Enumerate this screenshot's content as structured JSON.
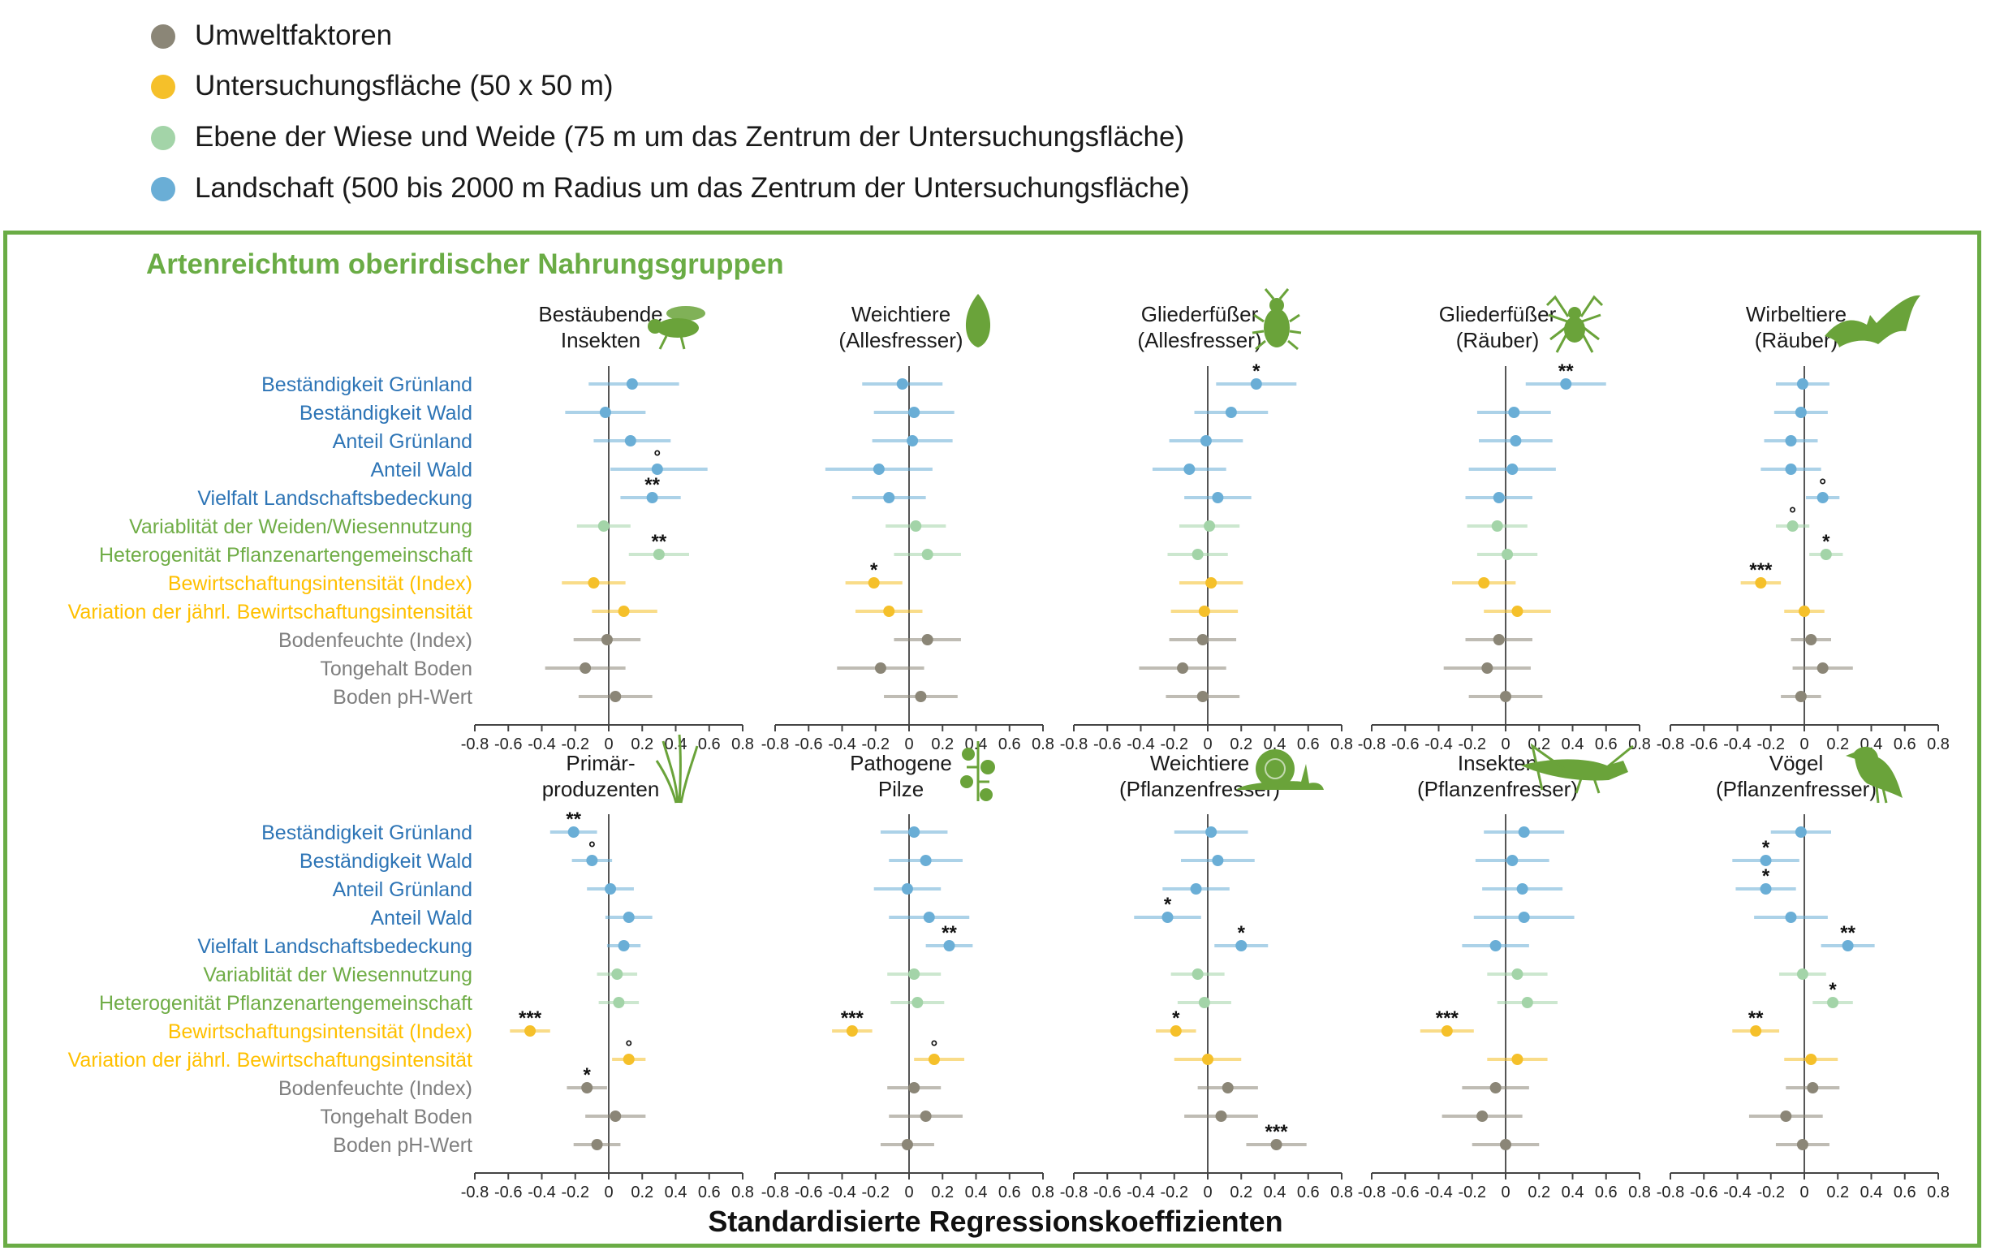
{
  "legend": [
    {
      "label": "Umweltfaktoren",
      "color": "#8b8677"
    },
    {
      "label": "Untersuchungsfläche (50 x 50 m)",
      "color": "#f5c02a"
    },
    {
      "label": "Ebene der Wiese und Weide (75 m um das Zentrum der Untersuchungsfläche)",
      "color": "#a3d4a8"
    },
    {
      "label": "Landschaft (500 bis 2000 m Radius um das Zentrum der Untersuchungsfläche)",
      "color": "#6aaed6"
    }
  ],
  "colors": {
    "Umweltfaktoren": "#8b8677",
    "Untersuchungsfläche": "#f5c02a",
    "Wiese": "#a3d4a8",
    "Landschaft": "#6aaed6",
    "label_blue": "#2e75b6",
    "label_green": "#70ad47",
    "label_yellow": "#ffc000",
    "label_gray": "#7f7f7f",
    "frame": "#6aac45",
    "icon": "#6aa33a"
  },
  "panel_title": "Artenreichtum oberirdischer Nahrungsgruppen",
  "x_title": "Standardisierte Regressionskoeffizienten",
  "chart_data": {
    "type": "dot-errorbar",
    "xlim": [
      -0.8,
      0.8
    ],
    "xticks": [
      "-0.8",
      "-0.6",
      "-0.4",
      "-0.2",
      "0",
      "0.2",
      "0.4",
      "0.6",
      "0.8"
    ],
    "rows": {
      "top": [
        {
          "label": "Beständigkeit Grünland",
          "group": "Landschaft",
          "lcolor": "label_blue"
        },
        {
          "label": "Beständigkeit Wald",
          "group": "Landschaft",
          "lcolor": "label_blue"
        },
        {
          "label": "Anteil Grünland",
          "group": "Landschaft",
          "lcolor": "label_blue"
        },
        {
          "label": "Anteil Wald",
          "group": "Landschaft",
          "lcolor": "label_blue"
        },
        {
          "label": "Vielfalt Landschaftsbedeckung",
          "group": "Landschaft",
          "lcolor": "label_blue"
        },
        {
          "label": "Variablität der Weiden/Wiesennutzung",
          "group": "Wiese",
          "lcolor": "label_green"
        },
        {
          "label": "Heterogenität Pflanzenartengemeinschaft",
          "group": "Wiese",
          "lcolor": "label_green"
        },
        {
          "label": "Bewirtschaftungsintensität (Index)",
          "group": "Untersuchungsfläche",
          "lcolor": "label_yellow"
        },
        {
          "label": "Variation der jährl. Bewirtschaftungsintensität",
          "group": "Untersuchungsfläche",
          "lcolor": "label_yellow"
        },
        {
          "label": "Bodenfeuchte (Index)",
          "group": "Umweltfaktoren",
          "lcolor": "label_gray"
        },
        {
          "label": "Tongehalt Boden",
          "group": "Umweltfaktoren",
          "lcolor": "label_gray"
        },
        {
          "label": "Boden pH-Wert",
          "group": "Umweltfaktoren",
          "lcolor": "label_gray"
        }
      ],
      "bottom": [
        {
          "label": "Beständigkeit Grünland",
          "group": "Landschaft",
          "lcolor": "label_blue"
        },
        {
          "label": "Beständigkeit Wald",
          "group": "Landschaft",
          "lcolor": "label_blue"
        },
        {
          "label": "Anteil Grünland",
          "group": "Landschaft",
          "lcolor": "label_blue"
        },
        {
          "label": "Anteil Wald",
          "group": "Landschaft",
          "lcolor": "label_blue"
        },
        {
          "label": "Vielfalt Landschaftsbedeckung",
          "group": "Landschaft",
          "lcolor": "label_blue"
        },
        {
          "label": "Variablität der Wiesennutzung",
          "group": "Wiese",
          "lcolor": "label_green"
        },
        {
          "label": "Heterogenität Pflanzenartengemeinschaft",
          "group": "Wiese",
          "lcolor": "label_green"
        },
        {
          "label": "Bewirtschaftungsintensität (Index)",
          "group": "Untersuchungsfläche",
          "lcolor": "label_yellow"
        },
        {
          "label": "Variation der jährl. Bewirtschaftungsintensität",
          "group": "Untersuchungsfläche",
          "lcolor": "label_yellow"
        },
        {
          "label": "Bodenfeuchte (Index)",
          "group": "Umweltfaktoren",
          "lcolor": "label_gray"
        },
        {
          "label": "Tongehalt Boden",
          "group": "Umweltfaktoren",
          "lcolor": "label_gray"
        },
        {
          "label": "Boden pH-Wert",
          "group": "Umweltfaktoren",
          "lcolor": "label_gray"
        }
      ]
    },
    "panels": [
      {
        "row": "top",
        "title": [
          "Bestäubende",
          "Insekten"
        ],
        "icon": "bee-icon",
        "points": [
          {
            "v": 0.14,
            "lo": -0.12,
            "hi": 0.42
          },
          {
            "v": -0.02,
            "lo": -0.26,
            "hi": 0.22
          },
          {
            "v": 0.13,
            "lo": -0.09,
            "hi": 0.37
          },
          {
            "v": 0.29,
            "lo": 0.01,
            "hi": 0.59,
            "sig": "°"
          },
          {
            "v": 0.26,
            "lo": 0.07,
            "hi": 0.43,
            "sig": "**"
          },
          {
            "v": -0.03,
            "lo": -0.19,
            "hi": 0.13
          },
          {
            "v": 0.3,
            "lo": 0.12,
            "hi": 0.48,
            "sig": "**"
          },
          {
            "v": -0.09,
            "lo": -0.28,
            "hi": 0.1
          },
          {
            "v": 0.09,
            "lo": -0.1,
            "hi": 0.29
          },
          {
            "v": -0.01,
            "lo": -0.21,
            "hi": 0.19
          },
          {
            "v": -0.14,
            "lo": -0.38,
            "hi": 0.1
          },
          {
            "v": 0.04,
            "lo": -0.18,
            "hi": 0.26
          }
        ]
      },
      {
        "row": "top",
        "title": [
          "Weichtiere",
          "(Allesfresser)"
        ],
        "icon": "leaf-icon",
        "points": [
          {
            "v": -0.04,
            "lo": -0.28,
            "hi": 0.2
          },
          {
            "v": 0.03,
            "lo": -0.21,
            "hi": 0.27
          },
          {
            "v": 0.02,
            "lo": -0.22,
            "hi": 0.26
          },
          {
            "v": -0.18,
            "lo": -0.5,
            "hi": 0.14
          },
          {
            "v": -0.12,
            "lo": -0.34,
            "hi": 0.1
          },
          {
            "v": 0.04,
            "lo": -0.14,
            "hi": 0.22
          },
          {
            "v": 0.11,
            "lo": -0.09,
            "hi": 0.31
          },
          {
            "v": -0.21,
            "lo": -0.38,
            "hi": -0.04,
            "sig": "*"
          },
          {
            "v": -0.12,
            "lo": -0.32,
            "hi": 0.08
          },
          {
            "v": 0.11,
            "lo": -0.09,
            "hi": 0.31
          },
          {
            "v": -0.17,
            "lo": -0.43,
            "hi": 0.09
          },
          {
            "v": 0.07,
            "lo": -0.15,
            "hi": 0.29
          }
        ]
      },
      {
        "row": "top",
        "title": [
          "Gliederfüßer",
          "(Allesfresser)"
        ],
        "icon": "beetle-icon",
        "points": [
          {
            "v": 0.29,
            "lo": 0.05,
            "hi": 0.53,
            "sig": "*"
          },
          {
            "v": 0.14,
            "lo": -0.08,
            "hi": 0.36
          },
          {
            "v": -0.01,
            "lo": -0.23,
            "hi": 0.21
          },
          {
            "v": -0.11,
            "lo": -0.33,
            "hi": 0.11
          },
          {
            "v": 0.06,
            "lo": -0.14,
            "hi": 0.26
          },
          {
            "v": 0.01,
            "lo": -0.17,
            "hi": 0.19
          },
          {
            "v": -0.06,
            "lo": -0.24,
            "hi": 0.12
          },
          {
            "v": 0.02,
            "lo": -0.17,
            "hi": 0.21
          },
          {
            "v": -0.02,
            "lo": -0.22,
            "hi": 0.18
          },
          {
            "v": -0.03,
            "lo": -0.23,
            "hi": 0.17
          },
          {
            "v": -0.15,
            "lo": -0.41,
            "hi": 0.11
          },
          {
            "v": -0.03,
            "lo": -0.25,
            "hi": 0.19
          }
        ]
      },
      {
        "row": "top",
        "title": [
          "Gliederfüßer",
          "(Räuber)"
        ],
        "icon": "spider-icon",
        "points": [
          {
            "v": 0.36,
            "lo": 0.12,
            "hi": 0.6,
            "sig": "**"
          },
          {
            "v": 0.05,
            "lo": -0.17,
            "hi": 0.27
          },
          {
            "v": 0.06,
            "lo": -0.16,
            "hi": 0.28
          },
          {
            "v": 0.04,
            "lo": -0.22,
            "hi": 0.3
          },
          {
            "v": -0.04,
            "lo": -0.24,
            "hi": 0.16
          },
          {
            "v": -0.05,
            "lo": -0.23,
            "hi": 0.13
          },
          {
            "v": 0.01,
            "lo": -0.17,
            "hi": 0.19
          },
          {
            "v": -0.13,
            "lo": -0.32,
            "hi": 0.06
          },
          {
            "v": 0.07,
            "lo": -0.13,
            "hi": 0.27
          },
          {
            "v": -0.04,
            "lo": -0.24,
            "hi": 0.16
          },
          {
            "v": -0.11,
            "lo": -0.37,
            "hi": 0.15
          },
          {
            "v": 0.0,
            "lo": -0.22,
            "hi": 0.22
          }
        ]
      },
      {
        "row": "top",
        "title": [
          "Wirbeltiere",
          "(Räuber)"
        ],
        "icon": "bat-icon",
        "points": [
          {
            "v": -0.01,
            "lo": -0.17,
            "hi": 0.15
          },
          {
            "v": -0.02,
            "lo": -0.18,
            "hi": 0.14
          },
          {
            "v": -0.08,
            "lo": -0.24,
            "hi": 0.08
          },
          {
            "v": -0.08,
            "lo": -0.26,
            "hi": 0.1
          },
          {
            "v": 0.11,
            "lo": 0.01,
            "hi": 0.21,
            "sig": "°"
          },
          {
            "v": -0.07,
            "lo": -0.17,
            "hi": 0.03,
            "sig": "°"
          },
          {
            "v": 0.13,
            "lo": 0.03,
            "hi": 0.23,
            "sig": "*"
          },
          {
            "v": -0.26,
            "lo": -0.38,
            "hi": -0.14,
            "sig": "***"
          },
          {
            "v": 0.0,
            "lo": -0.12,
            "hi": 0.12
          },
          {
            "v": 0.04,
            "lo": -0.08,
            "hi": 0.16
          },
          {
            "v": 0.11,
            "lo": -0.07,
            "hi": 0.29
          },
          {
            "v": -0.02,
            "lo": -0.14,
            "hi": 0.1
          }
        ]
      },
      {
        "row": "bottom",
        "title": [
          "Primär-",
          "produzenten"
        ],
        "icon": "grass-icon",
        "points": [
          {
            "v": -0.21,
            "lo": -0.35,
            "hi": -0.07,
            "sig": "**"
          },
          {
            "v": -0.1,
            "lo": -0.22,
            "hi": 0.02,
            "sig": "°"
          },
          {
            "v": 0.01,
            "lo": -0.13,
            "hi": 0.15
          },
          {
            "v": 0.12,
            "lo": -0.02,
            "hi": 0.26
          },
          {
            "v": 0.09,
            "lo": -0.01,
            "hi": 0.19
          },
          {
            "v": 0.05,
            "lo": -0.07,
            "hi": 0.17
          },
          {
            "v": 0.06,
            "lo": -0.06,
            "hi": 0.18
          },
          {
            "v": -0.47,
            "lo": -0.59,
            "hi": -0.35,
            "sig": "***"
          },
          {
            "v": 0.12,
            "lo": 0.02,
            "hi": 0.22,
            "sig": "°"
          },
          {
            "v": -0.13,
            "lo": -0.25,
            "hi": -0.01,
            "sig": "*"
          },
          {
            "v": 0.04,
            "lo": -0.14,
            "hi": 0.22
          },
          {
            "v": -0.07,
            "lo": -0.21,
            "hi": 0.07
          }
        ]
      },
      {
        "row": "bottom",
        "title": [
          "Pathogene",
          "Pilze"
        ],
        "icon": "fungus-icon",
        "points": [
          {
            "v": 0.03,
            "lo": -0.17,
            "hi": 0.23
          },
          {
            "v": 0.1,
            "lo": -0.12,
            "hi": 0.32
          },
          {
            "v": -0.01,
            "lo": -0.21,
            "hi": 0.19
          },
          {
            "v": 0.12,
            "lo": -0.12,
            "hi": 0.36
          },
          {
            "v": 0.24,
            "lo": 0.1,
            "hi": 0.38,
            "sig": "**"
          },
          {
            "v": 0.03,
            "lo": -0.13,
            "hi": 0.19
          },
          {
            "v": 0.05,
            "lo": -0.11,
            "hi": 0.21
          },
          {
            "v": -0.34,
            "lo": -0.46,
            "hi": -0.22,
            "sig": "***"
          },
          {
            "v": 0.15,
            "lo": 0.03,
            "hi": 0.33,
            "sig": "°"
          },
          {
            "v": 0.03,
            "lo": -0.13,
            "hi": 0.19
          },
          {
            "v": 0.1,
            "lo": -0.12,
            "hi": 0.32
          },
          {
            "v": -0.01,
            "lo": -0.17,
            "hi": 0.15
          }
        ]
      },
      {
        "row": "bottom",
        "title": [
          "Weichtiere",
          "(Pflanzenfresser)"
        ],
        "icon": "snail-icon",
        "points": [
          {
            "v": 0.02,
            "lo": -0.2,
            "hi": 0.24
          },
          {
            "v": 0.06,
            "lo": -0.16,
            "hi": 0.28
          },
          {
            "v": -0.07,
            "lo": -0.27,
            "hi": 0.13
          },
          {
            "v": -0.24,
            "lo": -0.44,
            "hi": -0.04,
            "sig": "*"
          },
          {
            "v": 0.2,
            "lo": 0.04,
            "hi": 0.36,
            "sig": "*"
          },
          {
            "v": -0.06,
            "lo": -0.22,
            "hi": 0.1
          },
          {
            "v": -0.02,
            "lo": -0.18,
            "hi": 0.14
          },
          {
            "v": -0.19,
            "lo": -0.31,
            "hi": -0.07,
            "sig": "*"
          },
          {
            "v": 0.0,
            "lo": -0.2,
            "hi": 0.2
          },
          {
            "v": 0.12,
            "lo": -0.06,
            "hi": 0.3
          },
          {
            "v": 0.08,
            "lo": -0.14,
            "hi": 0.3
          },
          {
            "v": 0.41,
            "lo": 0.23,
            "hi": 0.59,
            "sig": "***"
          }
        ]
      },
      {
        "row": "bottom",
        "title": [
          "Insekten",
          "(Pflanzenfresser)"
        ],
        "icon": "grasshopper-icon",
        "points": [
          {
            "v": 0.11,
            "lo": -0.13,
            "hi": 0.35
          },
          {
            "v": 0.04,
            "lo": -0.18,
            "hi": 0.26
          },
          {
            "v": 0.1,
            "lo": -0.14,
            "hi": 0.34
          },
          {
            "v": 0.11,
            "lo": -0.19,
            "hi": 0.41
          },
          {
            "v": -0.06,
            "lo": -0.26,
            "hi": 0.14
          },
          {
            "v": 0.07,
            "lo": -0.11,
            "hi": 0.25
          },
          {
            "v": 0.13,
            "lo": -0.05,
            "hi": 0.31
          },
          {
            "v": -0.35,
            "lo": -0.51,
            "hi": -0.19,
            "sig": "***"
          },
          {
            "v": 0.07,
            "lo": -0.11,
            "hi": 0.25
          },
          {
            "v": -0.06,
            "lo": -0.26,
            "hi": 0.14
          },
          {
            "v": -0.14,
            "lo": -0.38,
            "hi": 0.1
          },
          {
            "v": 0.0,
            "lo": -0.2,
            "hi": 0.2
          }
        ]
      },
      {
        "row": "bottom",
        "title": [
          "Vögel",
          "(Pflanzenfresser)"
        ],
        "icon": "bird-icon",
        "points": [
          {
            "v": -0.02,
            "lo": -0.2,
            "hi": 0.16
          },
          {
            "v": -0.23,
            "lo": -0.43,
            "hi": -0.03,
            "sig": "*"
          },
          {
            "v": -0.23,
            "lo": -0.41,
            "hi": -0.05,
            "sig": "*"
          },
          {
            "v": -0.08,
            "lo": -0.3,
            "hi": 0.14
          },
          {
            "v": 0.26,
            "lo": 0.1,
            "hi": 0.42,
            "sig": "**"
          },
          {
            "v": -0.01,
            "lo": -0.15,
            "hi": 0.13
          },
          {
            "v": 0.17,
            "lo": 0.05,
            "hi": 0.29,
            "sig": "*"
          },
          {
            "v": -0.29,
            "lo": -0.43,
            "hi": -0.15,
            "sig": "**"
          },
          {
            "v": 0.04,
            "lo": -0.12,
            "hi": 0.2
          },
          {
            "v": 0.05,
            "lo": -0.11,
            "hi": 0.21
          },
          {
            "v": -0.11,
            "lo": -0.33,
            "hi": 0.11
          },
          {
            "v": -0.01,
            "lo": -0.17,
            "hi": 0.15
          }
        ]
      }
    ]
  }
}
